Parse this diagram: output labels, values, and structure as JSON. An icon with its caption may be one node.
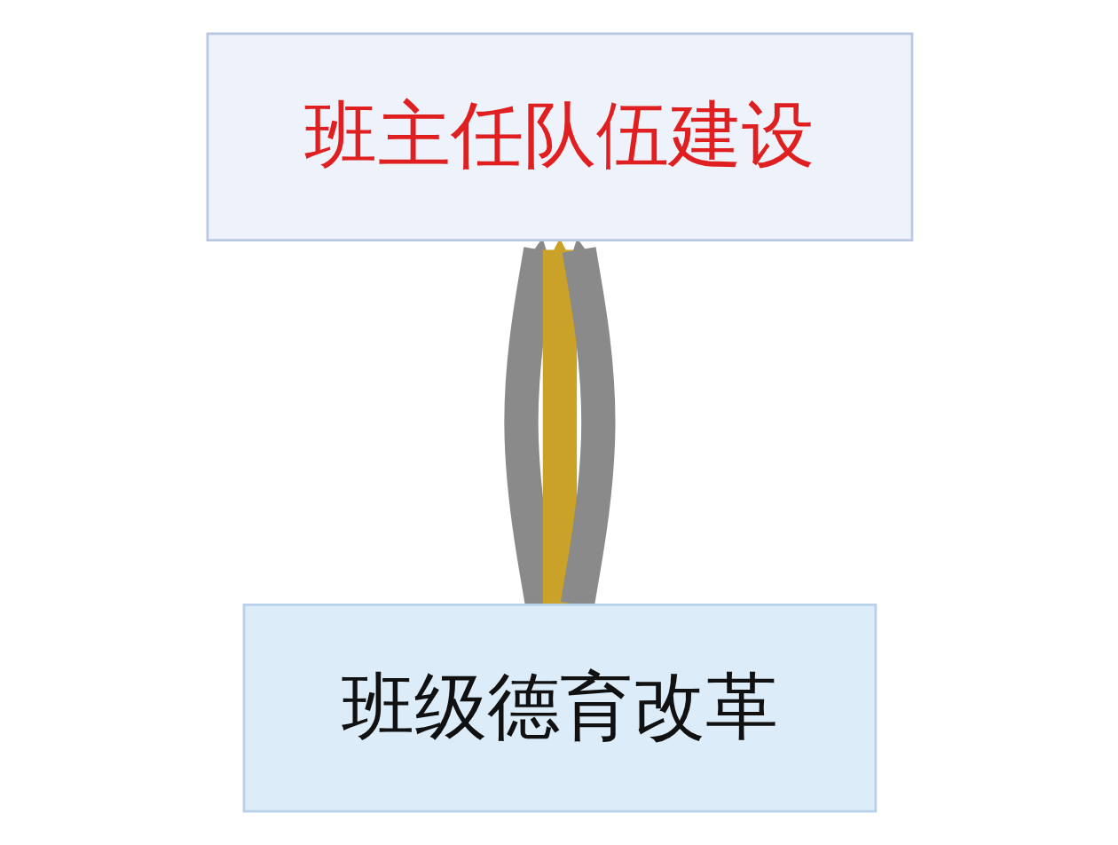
{
  "diagram": {
    "nodes": [
      {
        "text": [
          "班主任队伍建设"
        ]
      },
      {
        "text": [
          "班级德育改革"
        ]
      }
    ],
    "edges": [
      {
        "from": 1,
        "to": 0,
        "arrow": "to"
      },
      {
        "from": 1,
        "to": 0,
        "arrow": "to",
        "color": "#c9a227"
      },
      {
        "from": 1,
        "to": 0,
        "arrow": "to"
      }
    ]
  }
}
